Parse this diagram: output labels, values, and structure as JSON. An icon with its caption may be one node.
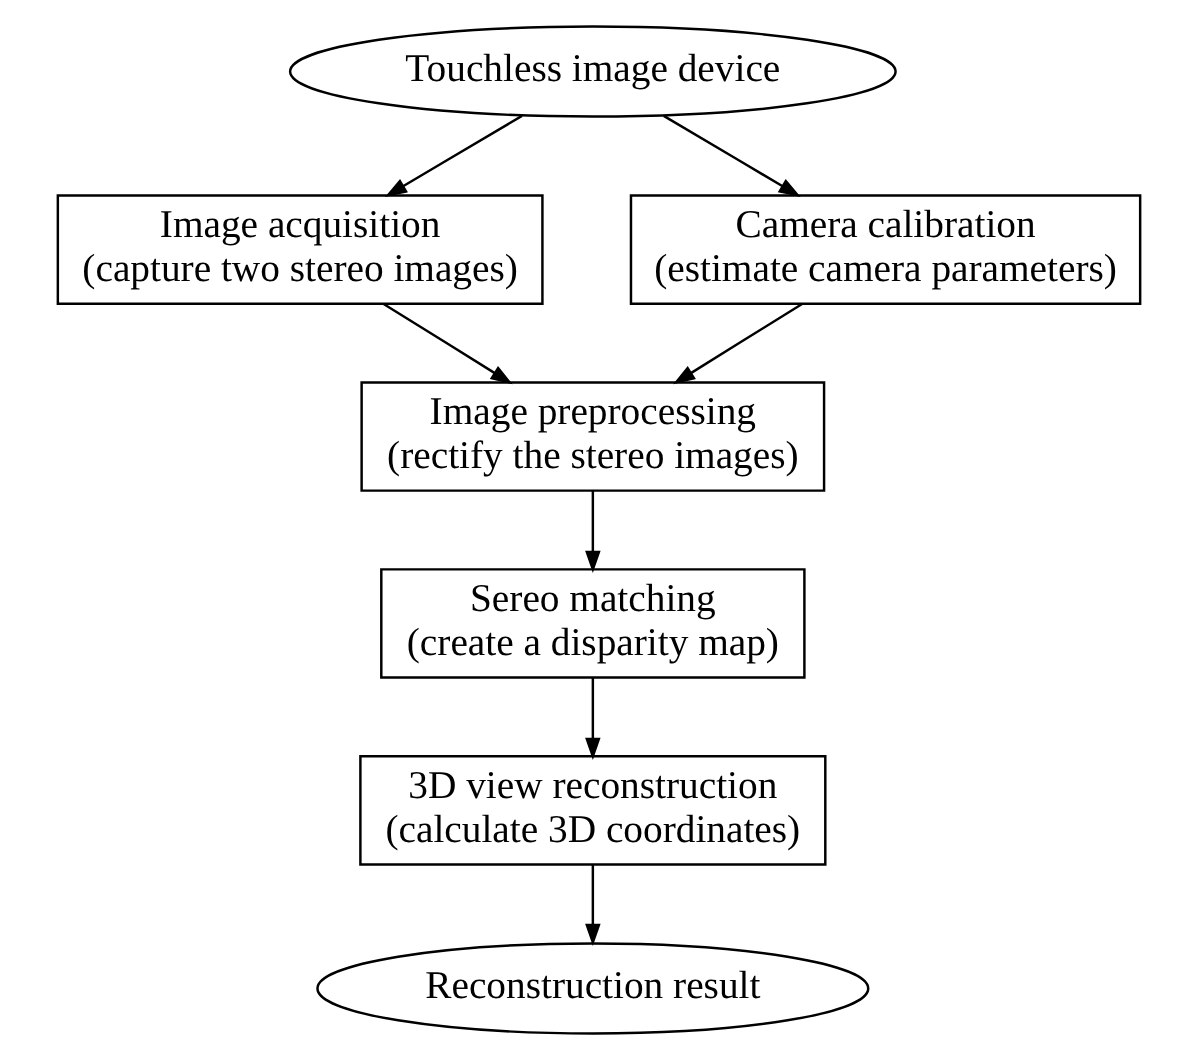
{
  "diagram": {
    "nodes": [
      {
        "text": [
          "Touchless image device"
        ]
      },
      {
        "text": [
          "Image acquisition",
          "(capture two stereo images)"
        ]
      },
      {
        "text": [
          "Camera calibration",
          "(estimate camera parameters)"
        ]
      },
      {
        "text": [
          "Image preprocessing",
          "(rectify the stereo images)"
        ]
      },
      {
        "text": [
          "Sereo matching",
          "(create a disparity map)"
        ]
      },
      {
        "text": [
          "3D view reconstruction",
          "(calculate 3D coordinates)"
        ]
      },
      {
        "text": [
          "Reconstruction result"
        ]
      }
    ],
    "edges": [
      {
        "from": 0,
        "to": 1,
        "arrow": "to"
      },
      {
        "from": 0,
        "to": 2,
        "arrow": "to"
      },
      {
        "from": 1,
        "to": 3,
        "arrow": "to"
      },
      {
        "from": 2,
        "to": 3,
        "arrow": "to"
      },
      {
        "from": 3,
        "to": 4,
        "arrow": "to"
      },
      {
        "from": 4,
        "to": 5,
        "arrow": "to"
      },
      {
        "from": 5,
        "to": 6,
        "arrow": "to"
      }
    ]
  }
}
